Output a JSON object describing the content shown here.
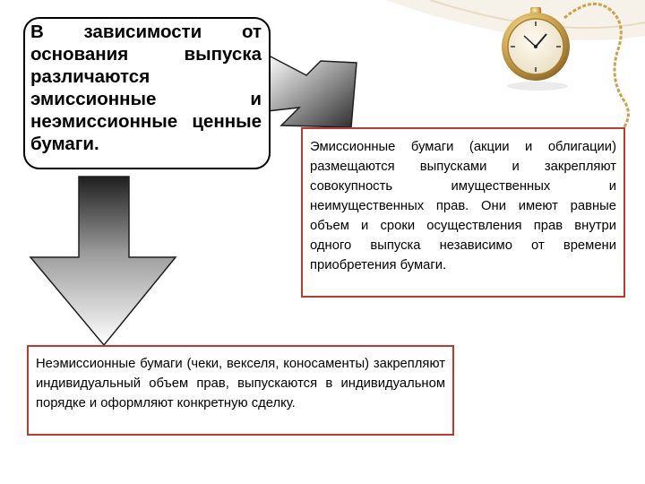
{
  "main_statement": {
    "text": "В зависимости от основания выпуска различаются эмиссионные и неэмиссионные ценные бумаги."
  },
  "emission_box": {
    "text": "Эмиссионные бумаги (акции и облигации) размещаются выпусками и закрепляют совокупность имущественных и неимущественных прав. Они имеют равные объем и сроки осуществления прав внутри одного выпуска независимо от времени приобретения бумаги."
  },
  "nonemission_box": {
    "text": "Неэмиссионные бумаги (чеки, векселя, коносаменты) закрепляют индивидуальный объем прав, выпускаются в индивидуальном порядке и оформляют конкретную сделку."
  },
  "colors": {
    "box_border": "#c0392b",
    "arrow_light": "#ffffff",
    "arrow_dark": "#2b2b2b",
    "watch_gold": "#c9a24a"
  },
  "icons": [
    "pocket-watch-icon",
    "arrow-right-down-icon",
    "arrow-down-icon"
  ]
}
